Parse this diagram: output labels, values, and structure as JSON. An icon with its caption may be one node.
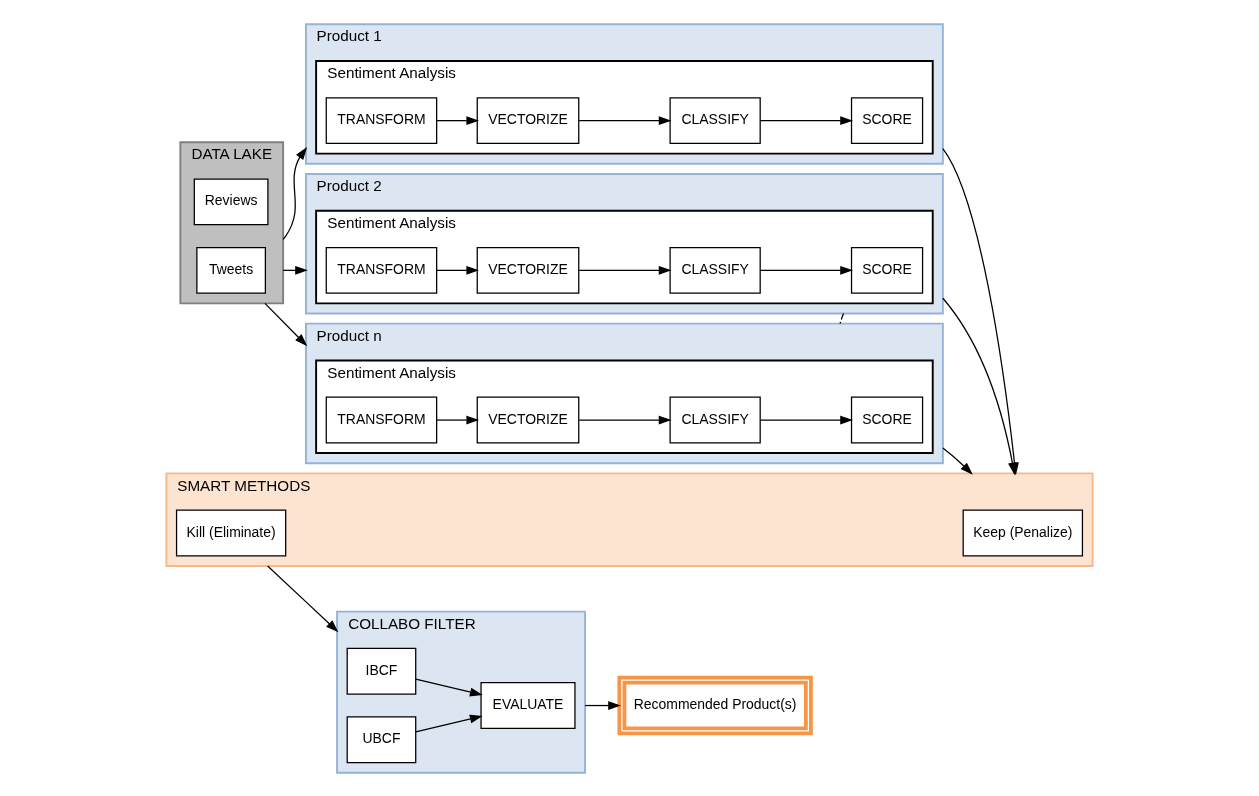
{
  "diagram": {
    "nodes": [
      {
        "text": [
          "DATA LAKE"
        ]
      },
      {
        "text": [
          "Reviews"
        ],
        "in": 0
      },
      {
        "text": [
          "Tweets"
        ],
        "in": 0
      },
      {
        "text": [
          "Product 1"
        ]
      },
      {
        "text": [
          "Sentiment Analysis"
        ],
        "in": 3
      },
      {
        "text": [
          "TRANSFORM"
        ],
        "in": 4
      },
      {
        "text": [
          "VECTORIZE"
        ],
        "in": 4
      },
      {
        "text": [
          "CLASSIFY"
        ],
        "in": 4
      },
      {
        "text": [
          "SCORE"
        ],
        "in": 4
      },
      {
        "text": [
          "Product 2"
        ]
      },
      {
        "text": [
          "Sentiment Analysis"
        ],
        "in": 9
      },
      {
        "text": [
          "TRANSFORM"
        ],
        "in": 10
      },
      {
        "text": [
          "VECTORIZE"
        ],
        "in": 10
      },
      {
        "text": [
          "CLASSIFY"
        ],
        "in": 10
      },
      {
        "text": [
          "SCORE"
        ],
        "in": 10
      },
      {
        "text": [
          "Product n"
        ]
      },
      {
        "text": [
          "Sentiment Analysis"
        ],
        "in": 15
      },
      {
        "text": [
          "TRANSFORM"
        ],
        "in": 16
      },
      {
        "text": [
          "VECTORIZE"
        ],
        "in": 16
      },
      {
        "text": [
          "CLASSIFY"
        ],
        "in": 16
      },
      {
        "text": [
          "SCORE"
        ],
        "in": 16
      },
      {
        "text": [
          "SMART METHODS"
        ]
      },
      {
        "text": [
          "Keep (Penalize)"
        ],
        "in": 21
      },
      {
        "text": [
          "Kill (Eliminate)"
        ],
        "in": 21
      },
      {
        "text": [
          "COLLABO FILTER"
        ]
      },
      {
        "text": [
          "IBCF"
        ],
        "in": 24
      },
      {
        "text": [
          "UBCF"
        ],
        "in": 24
      },
      {
        "text": [
          "EVALUATE"
        ],
        "in": 24
      },
      {
        "text": [
          "Recommended Product(s)"
        ]
      }
    ],
    "edges": [
      {
        "from": 0,
        "to": 3,
        "arrow": "to"
      },
      {
        "from": 0,
        "to": 9,
        "arrow": "to"
      },
      {
        "from": 0,
        "to": 15,
        "arrow": "to"
      },
      {
        "from": 5,
        "to": 6,
        "arrow": "to"
      },
      {
        "from": 6,
        "to": 7,
        "arrow": "to"
      },
      {
        "from": 7,
        "to": 8,
        "arrow": "to"
      },
      {
        "from": 11,
        "to": 12,
        "arrow": "to"
      },
      {
        "from": 12,
        "to": 13,
        "arrow": "to"
      },
      {
        "from": 13,
        "to": 14,
        "arrow": "to"
      },
      {
        "from": 17,
        "to": 18,
        "arrow": "to"
      },
      {
        "from": 18,
        "to": 19,
        "arrow": "to"
      },
      {
        "from": 19,
        "to": 20,
        "arrow": "to"
      },
      {
        "from": 9,
        "to": 15,
        "arrow": "none",
        "style": "dashed"
      },
      {
        "from": 3,
        "to": 21,
        "arrow": "to"
      },
      {
        "from": 9,
        "to": 21,
        "arrow": "to"
      },
      {
        "from": 15,
        "to": 21,
        "arrow": "to"
      },
      {
        "from": 21,
        "to": 24,
        "arrow": "to"
      },
      {
        "from": 25,
        "to": 27,
        "arrow": "to"
      },
      {
        "from": 26,
        "to": 27,
        "arrow": "to"
      },
      {
        "from": 24,
        "to": 28,
        "arrow": "to"
      }
    ]
  }
}
